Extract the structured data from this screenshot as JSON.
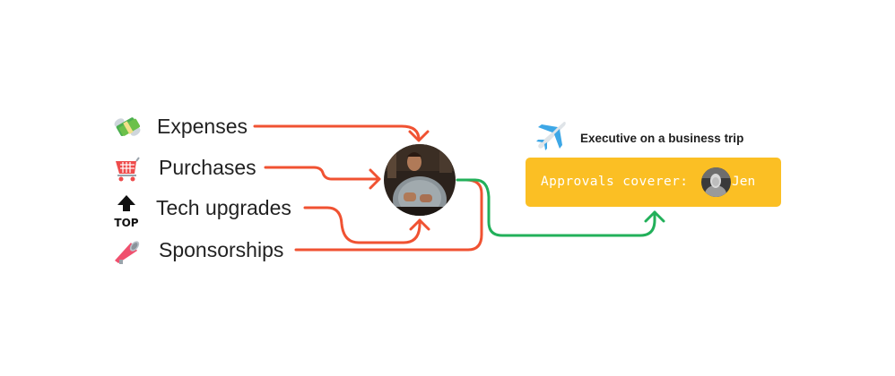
{
  "diagram": {
    "sources": [
      {
        "label": "Expenses",
        "icon": "money-with-wings-icon"
      },
      {
        "label": "Purchases",
        "icon": "shopping-cart-icon"
      },
      {
        "label": "Tech upgrades",
        "icon": "top-arrow-icon"
      },
      {
        "label": "Sponsorships",
        "icon": "megaphone-icon"
      }
    ],
    "approver": {
      "avatar": "executive-avatar"
    },
    "trip": {
      "icon": "airplane-icon",
      "title": "Executive on a business trip"
    },
    "cover": {
      "label": "Approvals coverer:",
      "name": "Jen",
      "avatar": "jen-avatar"
    },
    "colors": {
      "incoming_wire": "#f05232",
      "delegation_wire": "#22b05a",
      "cover_box": "#fbbf24",
      "text": "#222222"
    }
  }
}
